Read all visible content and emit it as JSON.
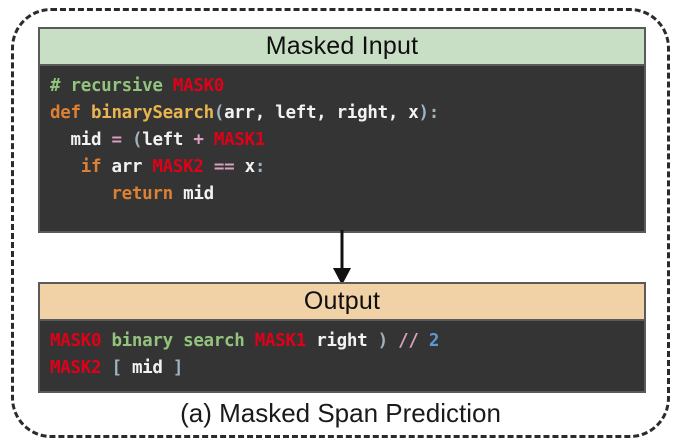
{
  "figure": {
    "caption": "(a) Masked Span Prediction",
    "arrow_icon": "down-arrow-icon"
  },
  "colors": {
    "masked_input_header_bg": "#c9dfc5",
    "output_header_bg": "#f0d2a6",
    "code_bg": "#343434",
    "panel_border": "#5a5a5a",
    "frame_border": "#2b2b2b",
    "mask_token": "#e00018",
    "comment": "#93c47d",
    "keyword": "#dd8033",
    "function": "#e8b551",
    "operator": "#d9a0c0",
    "punctuation": "#9fb2bf",
    "number": "#5b9bd5",
    "plain_text": "#f2f2f2"
  },
  "masked_input": {
    "header": "Masked Input",
    "lines": [
      {
        "indent": "",
        "tokens": [
          {
            "text": "# recursive",
            "type": "comment"
          },
          {
            "text": " ",
            "type": "plain"
          },
          {
            "text": "MASK0",
            "type": "mask"
          }
        ]
      },
      {
        "indent": "",
        "tokens": [
          {
            "text": "def",
            "type": "keyword"
          },
          {
            "text": " ",
            "type": "plain"
          },
          {
            "text": "binarySearch",
            "type": "func"
          },
          {
            "text": "(",
            "type": "punct"
          },
          {
            "text": "arr, left, right, x",
            "type": "plain"
          },
          {
            "text": ")",
            "type": "punct"
          },
          {
            "text": ":",
            "type": "punct"
          }
        ]
      },
      {
        "indent": "  ",
        "tokens": [
          {
            "text": "mid",
            "type": "plain"
          },
          {
            "text": " ",
            "type": "plain"
          },
          {
            "text": "=",
            "type": "op"
          },
          {
            "text": " ",
            "type": "plain"
          },
          {
            "text": "(",
            "type": "punct"
          },
          {
            "text": "left",
            "type": "plain"
          },
          {
            "text": " ",
            "type": "plain"
          },
          {
            "text": "+",
            "type": "op"
          },
          {
            "text": " ",
            "type": "plain"
          },
          {
            "text": "MASK1",
            "type": "mask"
          }
        ]
      },
      {
        "indent": "   ",
        "tokens": [
          {
            "text": "if",
            "type": "keyword"
          },
          {
            "text": " ",
            "type": "plain"
          },
          {
            "text": "arr",
            "type": "plain"
          },
          {
            "text": " ",
            "type": "plain"
          },
          {
            "text": "MASK2",
            "type": "mask"
          },
          {
            "text": " ",
            "type": "plain"
          },
          {
            "text": "==",
            "type": "op"
          },
          {
            "text": " ",
            "type": "plain"
          },
          {
            "text": "x",
            "type": "plain"
          },
          {
            "text": ":",
            "type": "punct"
          }
        ]
      },
      {
        "indent": "      ",
        "tokens": [
          {
            "text": "return",
            "type": "keyword"
          },
          {
            "text": " ",
            "type": "plain"
          },
          {
            "text": "mid",
            "type": "plain"
          }
        ]
      }
    ]
  },
  "output": {
    "header": "Output",
    "lines": [
      {
        "indent": "",
        "tokens": [
          {
            "text": "MASK0",
            "type": "mask"
          },
          {
            "text": " ",
            "type": "plain"
          },
          {
            "text": "binary search",
            "type": "green"
          },
          {
            "text": " ",
            "type": "plain"
          },
          {
            "text": "MASK1",
            "type": "mask"
          },
          {
            "text": " ",
            "type": "plain"
          },
          {
            "text": "right",
            "type": "plain"
          },
          {
            "text": " ",
            "type": "plain"
          },
          {
            "text": ")",
            "type": "punct"
          },
          {
            "text": " ",
            "type": "plain"
          },
          {
            "text": "//",
            "type": "op"
          },
          {
            "text": " ",
            "type": "plain"
          },
          {
            "text": "2",
            "type": "num"
          }
        ]
      },
      {
        "indent": "",
        "tokens": [
          {
            "text": "MASK2",
            "type": "mask"
          },
          {
            "text": " ",
            "type": "plain"
          },
          {
            "text": "[",
            "type": "punct"
          },
          {
            "text": " ",
            "type": "plain"
          },
          {
            "text": "mid",
            "type": "plain"
          },
          {
            "text": " ",
            "type": "plain"
          },
          {
            "text": "]",
            "type": "punct"
          }
        ]
      }
    ]
  }
}
